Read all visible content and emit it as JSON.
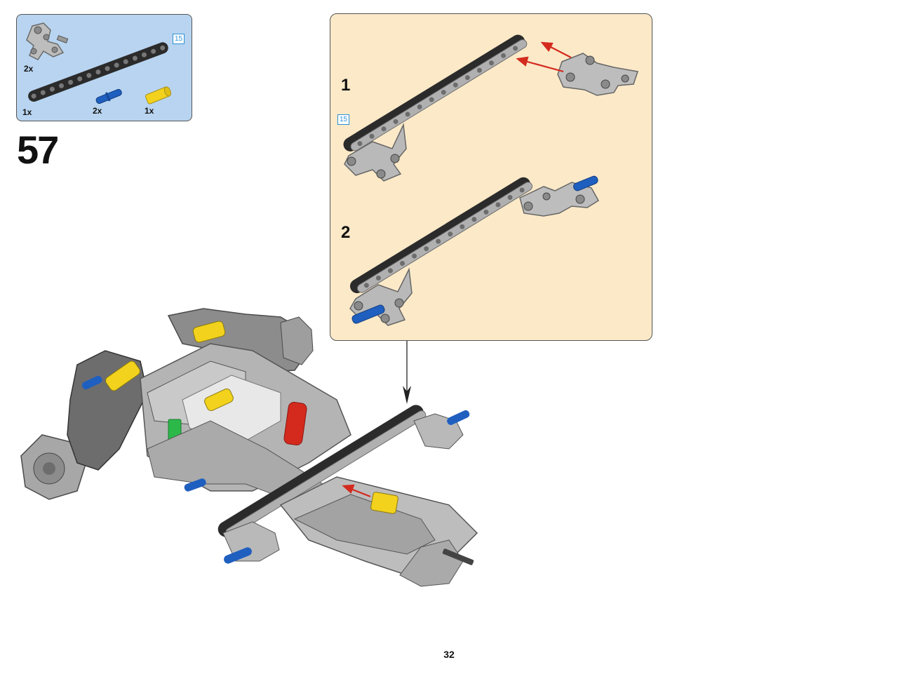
{
  "parts_list": {
    "items": [
      {
        "name": "connector-hub",
        "quantity": "2x"
      },
      {
        "name": "beam-15",
        "quantity": "1x",
        "length_tag": "15"
      },
      {
        "name": "blue-pin",
        "quantity": "2x"
      },
      {
        "name": "yellow-axle-connector",
        "quantity": "1x"
      }
    ]
  },
  "step": {
    "number": "57"
  },
  "sub_assembly": {
    "substeps": [
      {
        "number": "1",
        "length_tag": "15"
      },
      {
        "number": "2"
      }
    ]
  },
  "page": {
    "number": "32"
  },
  "colors": {
    "parts_bg": "#b8d4f0",
    "sub_bg": "#fbe9c8",
    "beam_black": "#2b2b2b",
    "light_gray": "#b9b9b9",
    "dark_gray": "#6d6d6d",
    "blue": "#1f5fbf",
    "yellow": "#f2d21c",
    "red": "#d42a1e",
    "green": "#2db84a"
  }
}
